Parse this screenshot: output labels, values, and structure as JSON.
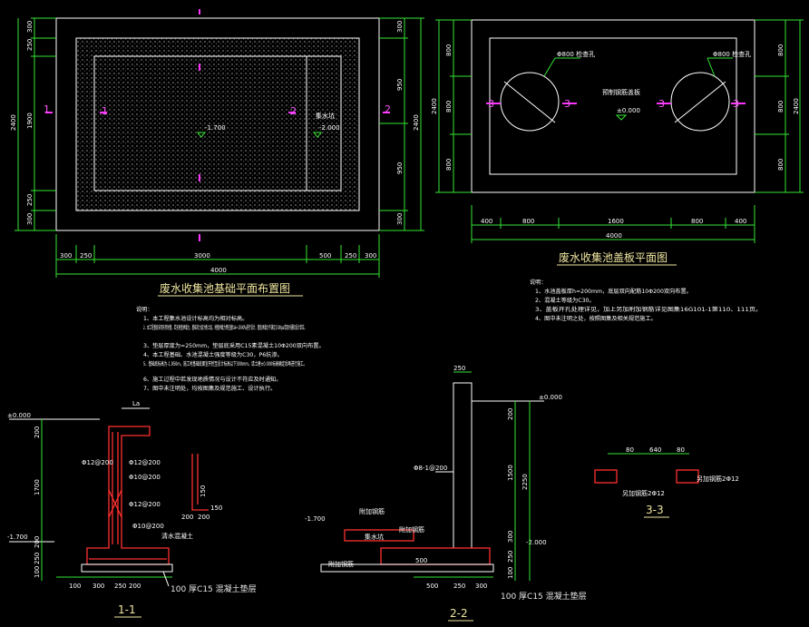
{
  "plan1": {
    "title": "废水收集池基础平面布置图",
    "dims_top_left": [
      "300",
      "250",
      "1900",
      "250",
      "300"
    ],
    "dims_total_left": "2400",
    "dims_right": [
      "300",
      "950",
      "950",
      "300"
    ],
    "dims_total_right": "2400",
    "dims_bottom": [
      "300",
      "250",
      "3000",
      "500",
      "250",
      "300"
    ],
    "dims_total_bottom": "4000",
    "level_center": "-1.700",
    "level_pit": "-2.000",
    "pit_label": "集水坑",
    "sec1": "1",
    "sec2": "2"
  },
  "plan2": {
    "title": "废水收集池盖板平面图",
    "dims_left": [
      "800",
      "800",
      "800"
    ],
    "dims_total_left": "2400",
    "dims_right": [
      "800",
      "800",
      "800"
    ],
    "dims_total_right": "2400",
    "dims_bottom": [
      "400",
      "800",
      "1600",
      "800",
      "400"
    ],
    "dims_total_bottom": "4000",
    "hole_label": "Φ800 检查孔",
    "hole_label2": "Φ800 检查孔",
    "slab_label": "预制钢筋盖板",
    "level": "±0.000",
    "sec3": "3"
  },
  "notes": {
    "title": "说明：",
    "lines": [
      "1、本工程集水池设计标高均为相对标高。",
      "2、本工程基底采用天然地基，若无地基承载力，基础持力层为粉土层，地基承载力特征值fak=150KPa进行设计，基底承载力不满足150Kpa请及时通知设计单位。",
      "3、垫层厚度为=250mm，垫层底采用C15素混凝土10Φ200双向布置。",
      "4、本工程基础、水池混凝土强度等级为C30，P6抗渗。",
      "5、基础底标高为-1.950m，施工时基础底面宜开挖至设计标高以下300mm，请土建±0.000标高确定后再进行施工。",
      "6、施工过程中若发现地质情况与设计不符应及时通知。",
      "7、图中未注明处，均按图集及规范施工、设计执行。"
    ]
  },
  "notes2": {
    "title": "说明：",
    "lines": [
      "1、水池盖板厚h=200mm，底层双向配筋10Φ200双向布置。",
      "2、混凝土等级为C30。",
      "3、盖板开孔处理详见，加上另加附加钢筋详见图集16G101-1第110、111页。",
      "4、图中未注明之处，按照图集及相关规范施工。"
    ]
  },
  "sec11": {
    "title": "1-1",
    "la": "La",
    "level_top": "±0.000",
    "level_bot": "-1.700",
    "dims_left": [
      "200",
      "1700",
      "200",
      "250",
      "100"
    ],
    "rebar_labels": [
      "Φ12@200",
      "Φ12@200",
      "Φ10@200",
      "Φ12@200",
      "Φ10@200"
    ],
    "small_dims": [
      "150",
      "150",
      "200",
      "200"
    ],
    "bottom_dims": [
      "100",
      "300",
      "250",
      "200"
    ],
    "base_note": "100 厚C15 混凝土垫层",
    "clear_label": "清水混凝土"
  },
  "sec22": {
    "title": "2-2",
    "level_top": "±0.000",
    "level_mid": "-1.700",
    "level_bot": "-2.000",
    "top_dim": "250",
    "dims_right": [
      "200",
      "1500",
      "300",
      "250",
      "100"
    ],
    "total_right": "2250",
    "bottom_dims": [
      "500",
      "250",
      "300"
    ],
    "inner_dim": "500",
    "base_note": "100 厚C15 混凝土垫层",
    "wall_label": "Φ8-1@200",
    "sump_label": "集水坑",
    "l_labels": [
      "附加钢筋",
      "附加钢筋",
      "附加钢筋"
    ]
  },
  "sec33": {
    "title": "3-3",
    "dims": [
      "80",
      "640",
      "80"
    ],
    "rebar": "另加钢筋2Φ12",
    "rebar2": "另加钢筋2Φ12"
  }
}
